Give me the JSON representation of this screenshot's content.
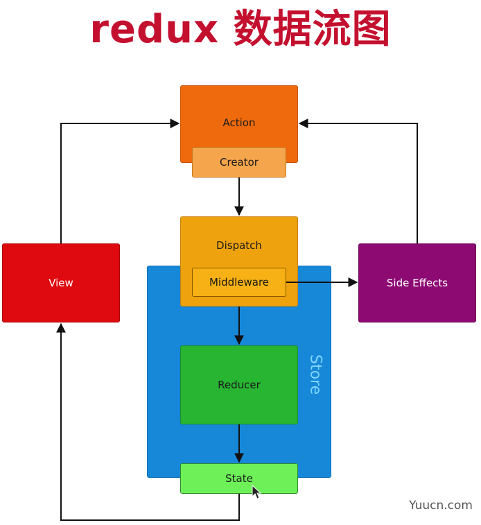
{
  "title": "redux 数据流图",
  "nodes": {
    "action": "Action",
    "creator": "Creator",
    "dispatch": "Dispatch",
    "middleware": "Middleware",
    "side_effects": "Side Effects",
    "view": "View",
    "store": "Store",
    "reducer": "Reducer",
    "state": "State"
  },
  "watermark": "Yuucn.com",
  "colors": {
    "title": "#c4102f",
    "action": "#ef6a0d",
    "creator": "#f5a54b",
    "dispatch": "#eda20e",
    "middleware": "#f7b114",
    "side_effects": "#8d0a72",
    "view": "#de0a10",
    "store": "#1788d8",
    "reducer": "#27b532",
    "state": "#6df058"
  }
}
